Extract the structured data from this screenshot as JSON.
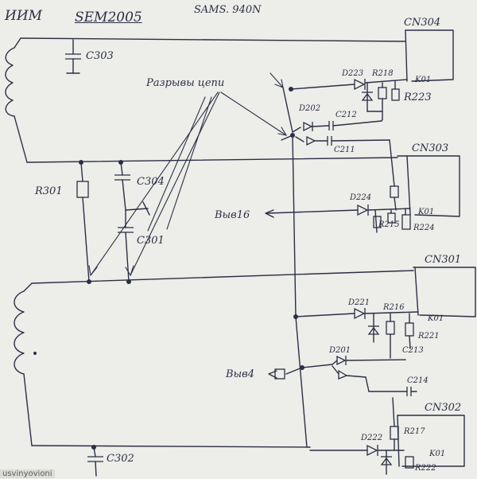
{
  "header": {
    "left": "ИИМ",
    "model": "SEM2005",
    "brand": "SAMS. 940N"
  },
  "connectors": [
    "CN304",
    "CN303",
    "CN301",
    "CN302"
  ],
  "capacitors": [
    "C303",
    "C304",
    "C301",
    "C302",
    "C212",
    "C211",
    "C213",
    "C214"
  ],
  "resistors": [
    "R301",
    "R218",
    "R223",
    "R215",
    "R224",
    "R216",
    "R221",
    "R217",
    "R222"
  ],
  "diodes": [
    "D223",
    "D202",
    "D224",
    "D221",
    "D201",
    "D222"
  ],
  "pins": {
    "k01_a": "K01",
    "k01_b": "K01",
    "k01_c": "K01",
    "k01_d": "K01"
  },
  "annotations": {
    "break_circuit": "Разрывы цепи",
    "exit16": "Выв16",
    "exit4": "Выв4"
  },
  "watermark": "usvinyovioni"
}
